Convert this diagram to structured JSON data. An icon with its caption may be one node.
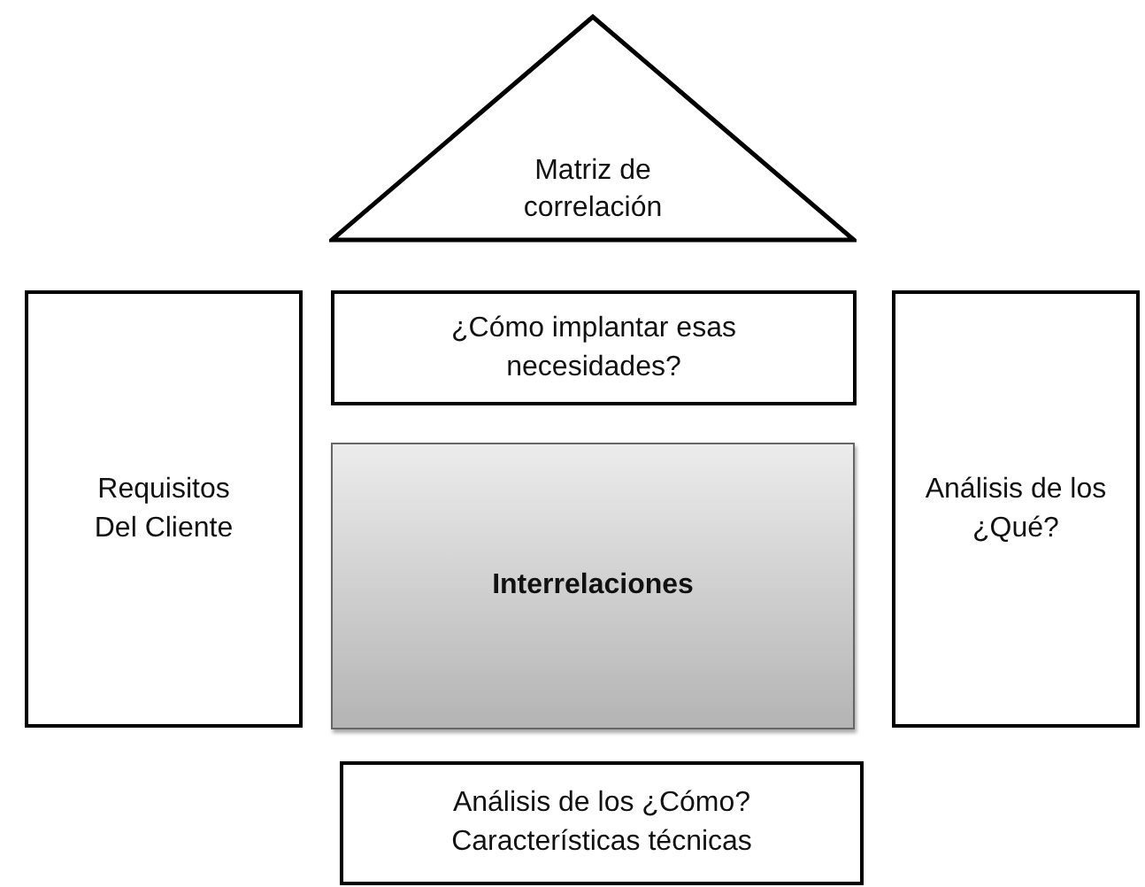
{
  "diagram": {
    "nodes": [
      {
        "text": [
          "Matriz de correlación"
        ]
      },
      {
        "text": [
          "Requisitos Del Cliente"
        ]
      },
      {
        "text": [
          "¿Cómo implantar esas necesidades?"
        ]
      },
      {
        "text": [
          "Interrelaciones"
        ]
      },
      {
        "text": [
          "Análisis de los ¿Qué?"
        ]
      },
      {
        "text": [
          "Análisis de los ¿Cómo? Características técnicas"
        ]
      }
    ]
  }
}
